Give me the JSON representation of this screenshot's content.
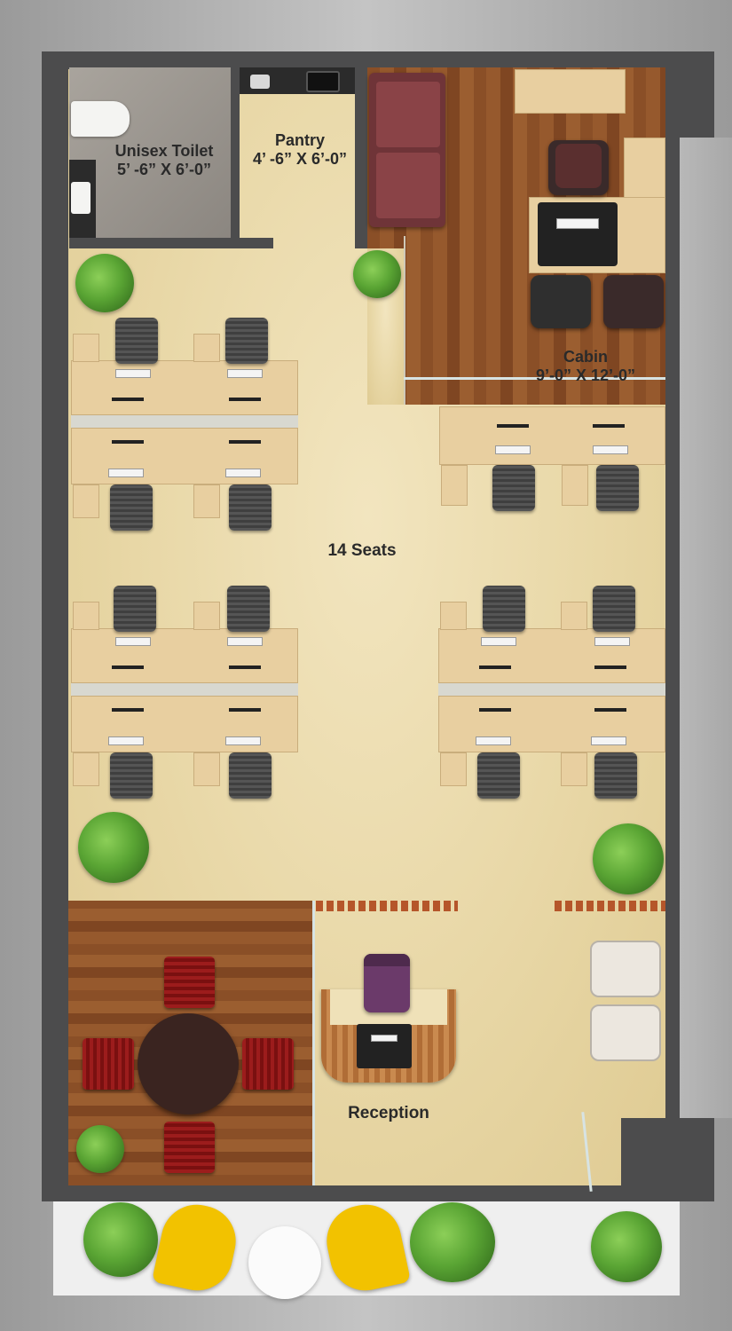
{
  "rooms": {
    "toilet": {
      "name": "Unisex Toilet",
      "size": "5’ -6” X 6’-0”"
    },
    "pantry": {
      "name": "Pantry",
      "size": "4’ -6” X 6’-0”"
    },
    "cabin": {
      "name": "Cabin",
      "size": "9’-0” X 12’-0”"
    },
    "workstations": {
      "name": "14 Seats"
    },
    "reception": {
      "name": "Reception"
    }
  },
  "icons": [
    "toilet-icon",
    "sink-icon",
    "stove-icon",
    "sofa-icon",
    "desk-icon",
    "office-chair-icon",
    "plant-icon",
    "round-table-icon",
    "armchair-icon",
    "lounge-chair-icon"
  ],
  "colors": {
    "wall": "#4c4c4d",
    "floor": "#e8d7a6",
    "wood_floor": "#8a4f27",
    "sofa": "#7a3a3e",
    "lounge_chair": "#f2c200",
    "reception_chair": "#6b3a6a",
    "meeting_chair": "#9c1c1c"
  }
}
